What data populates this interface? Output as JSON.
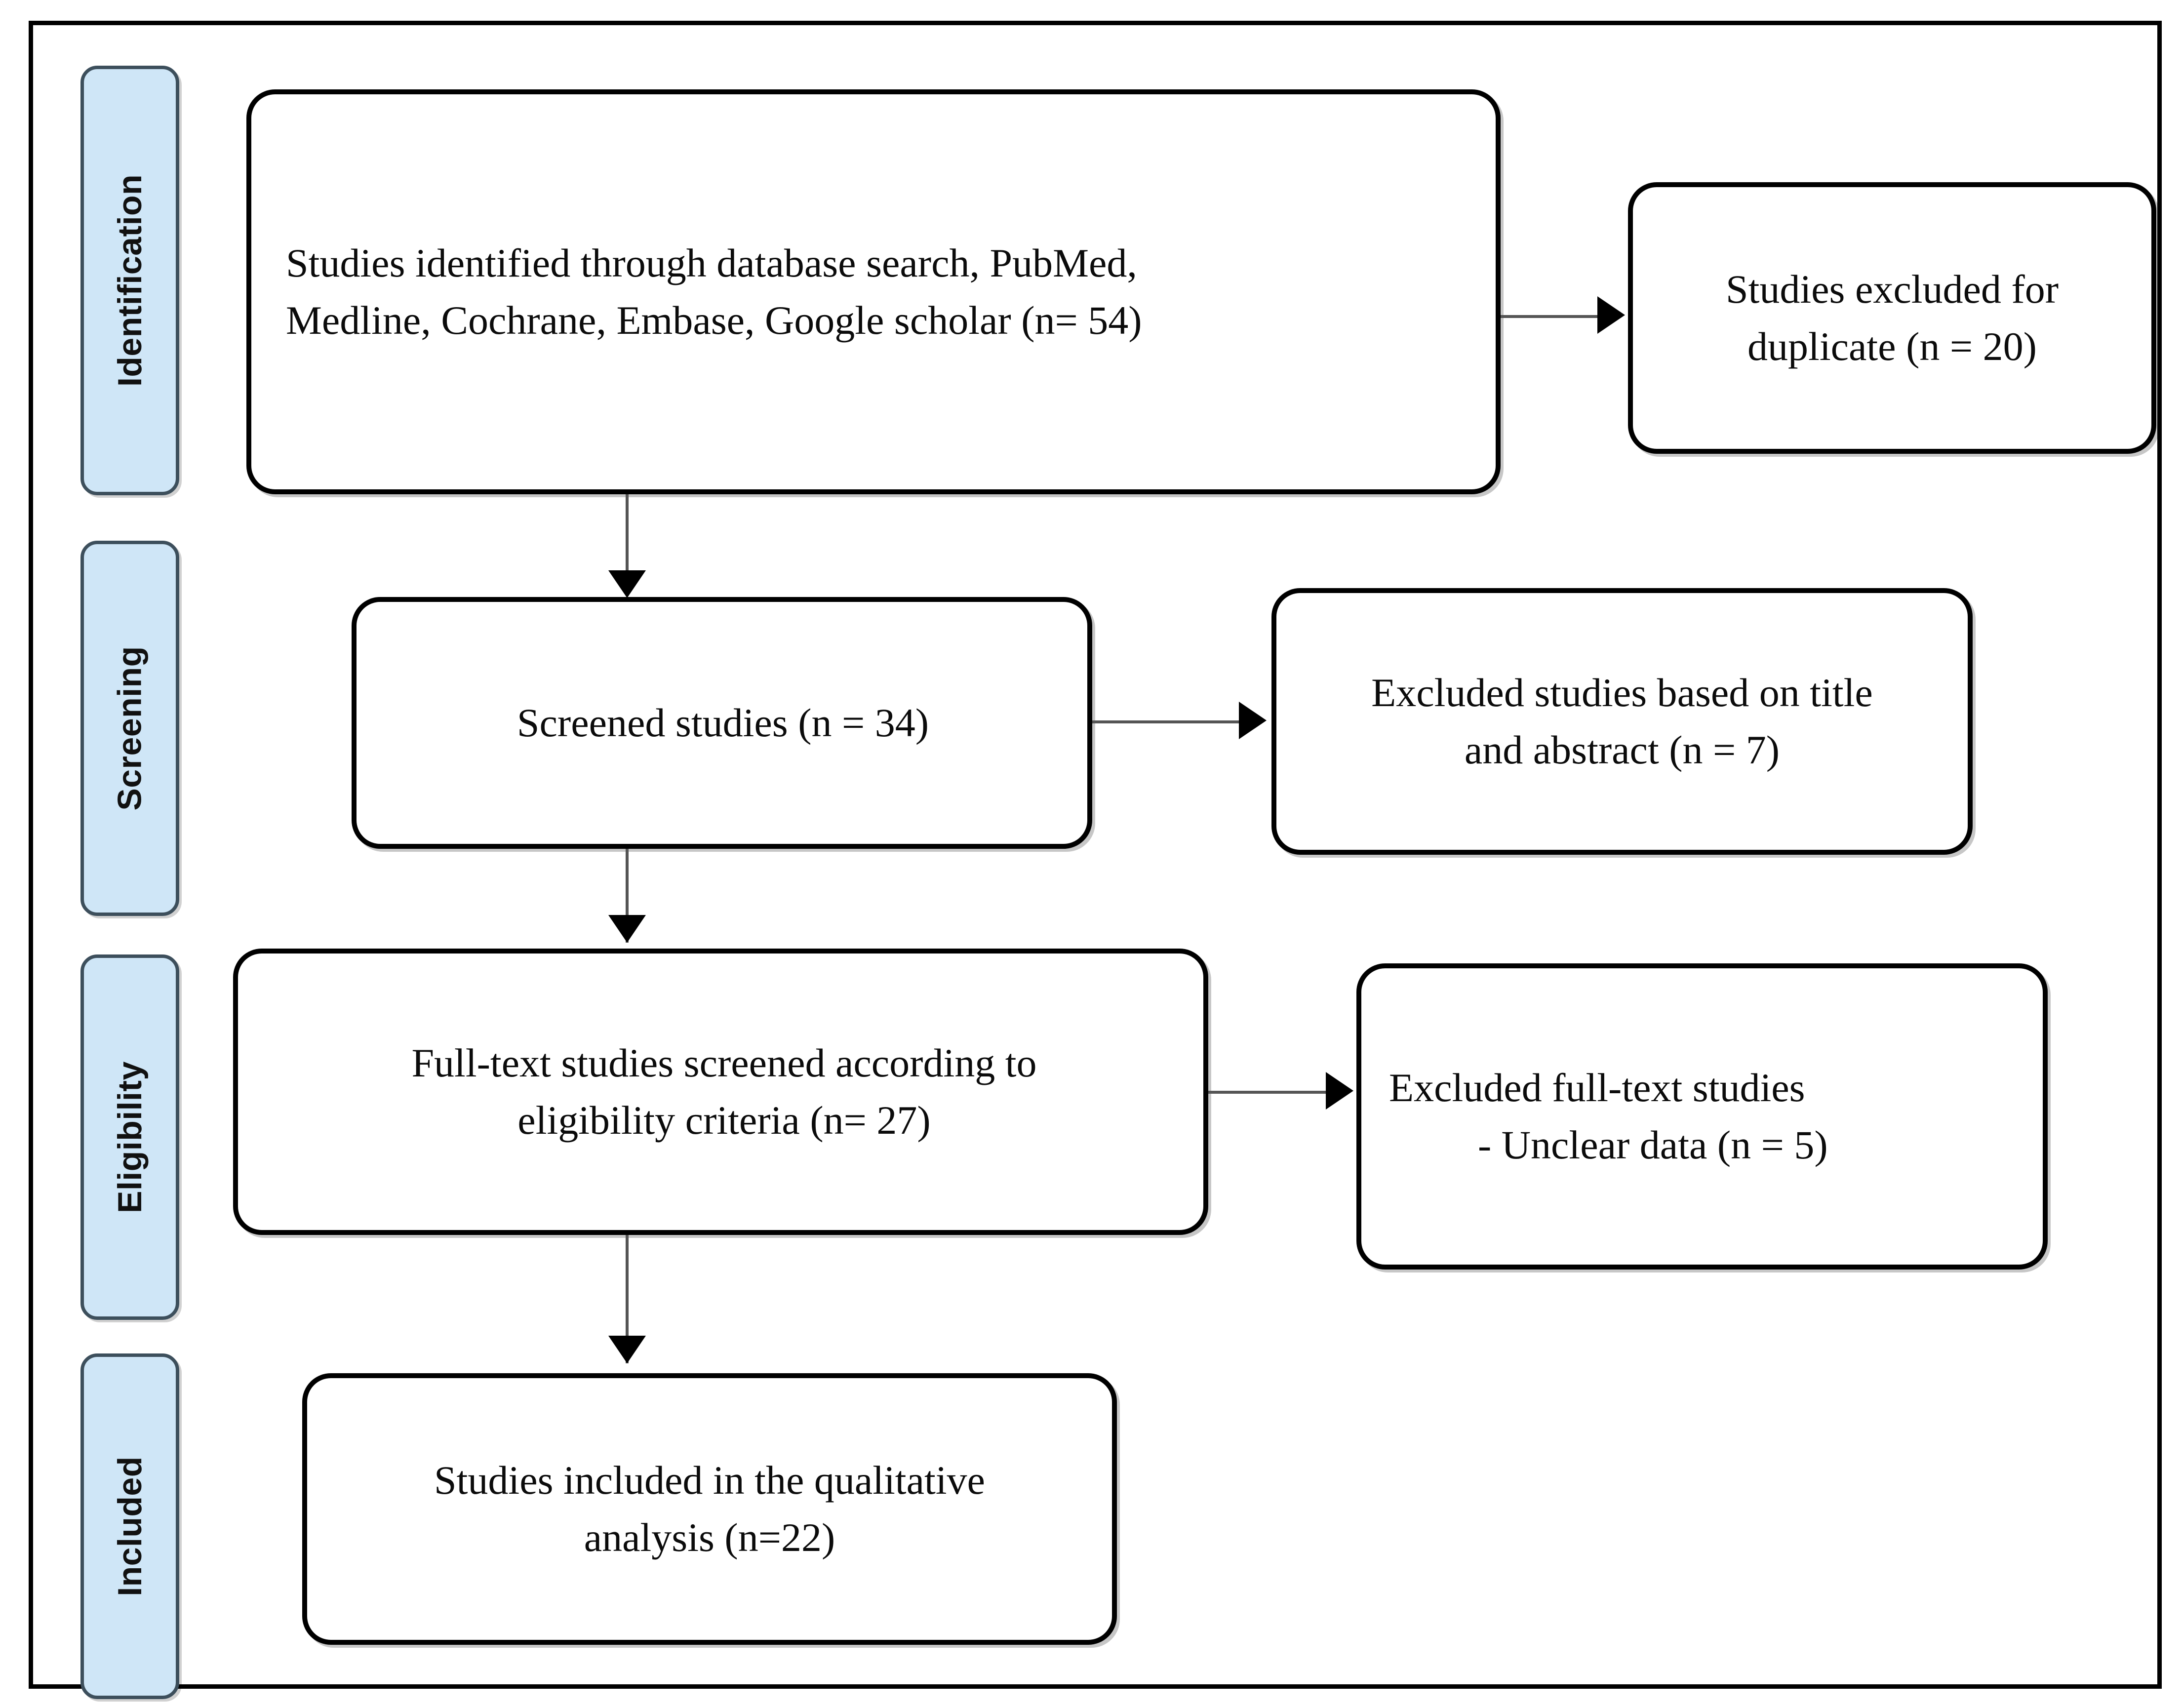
{
  "diagram": {
    "title": "PRISMA study selection flow diagram",
    "colors": {
      "stage_fill": "#cfe6f7",
      "stage_border": "#3d4f5c",
      "box_border": "#000000",
      "connector": "#555555",
      "frame": "#000000"
    }
  },
  "stages": [
    {
      "id": "identification",
      "label": "Identification"
    },
    {
      "id": "screening",
      "label": "Screening"
    },
    {
      "id": "eligibility",
      "label": "Eligibility"
    },
    {
      "id": "included",
      "label": "Included"
    }
  ],
  "boxes": {
    "identified": {
      "line1": "Studies identified through database search, PubMed,",
      "line2": "Medline, Cochrane, Embase, Google scholar (n= 54)",
      "count": 54
    },
    "duplicate": {
      "line1": "Studies excluded for",
      "line2": "duplicate (n = 20)",
      "count": 20
    },
    "screened": {
      "line1": "Screened studies (n = 34)",
      "count": 34
    },
    "excluded_title_abstract": {
      "line1": "Excluded studies based on title",
      "line2": "and abstract (n = 7)",
      "count": 7
    },
    "fulltext": {
      "line1": "Full-text studies screened according to",
      "line2": "eligibility criteria (n= 27)",
      "count": 27
    },
    "excluded_fulltext": {
      "line1": "Excluded full-text studies",
      "line2": "- Unclear data (n = 5)",
      "count": 5
    },
    "included": {
      "line1": "Studies included in the qualitative",
      "line2": "analysis (n=22)",
      "count": 22
    }
  },
  "chart_data": {
    "type": "diagram",
    "title": "PRISMA flow of study selection",
    "nodes": [
      {
        "id": "identified",
        "stage": "Identification",
        "label": "Studies identified through database search, PubMed, Medline, Cochrane, Embase, Google scholar",
        "n": 54
      },
      {
        "id": "duplicate",
        "stage": "Identification",
        "label": "Studies excluded for duplicate",
        "n": 20
      },
      {
        "id": "screened",
        "stage": "Screening",
        "label": "Screened studies",
        "n": 34
      },
      {
        "id": "excluded_title_abstract",
        "stage": "Screening",
        "label": "Excluded studies based on title and abstract",
        "n": 7
      },
      {
        "id": "fulltext",
        "stage": "Eligibility",
        "label": "Full-text studies screened according to eligibility criteria",
        "n": 27
      },
      {
        "id": "excluded_fulltext",
        "stage": "Eligibility",
        "label": "Excluded full-text studies - Unclear data",
        "n": 5
      },
      {
        "id": "included",
        "stage": "Included",
        "label": "Studies included in the qualitative analysis",
        "n": 22
      }
    ],
    "edges": [
      {
        "from": "identified",
        "to": "duplicate",
        "direction": "right"
      },
      {
        "from": "identified",
        "to": "screened",
        "direction": "down"
      },
      {
        "from": "screened",
        "to": "excluded_title_abstract",
        "direction": "right"
      },
      {
        "from": "screened",
        "to": "fulltext",
        "direction": "down"
      },
      {
        "from": "fulltext",
        "to": "excluded_fulltext",
        "direction": "right"
      },
      {
        "from": "fulltext",
        "to": "included",
        "direction": "down"
      }
    ]
  }
}
